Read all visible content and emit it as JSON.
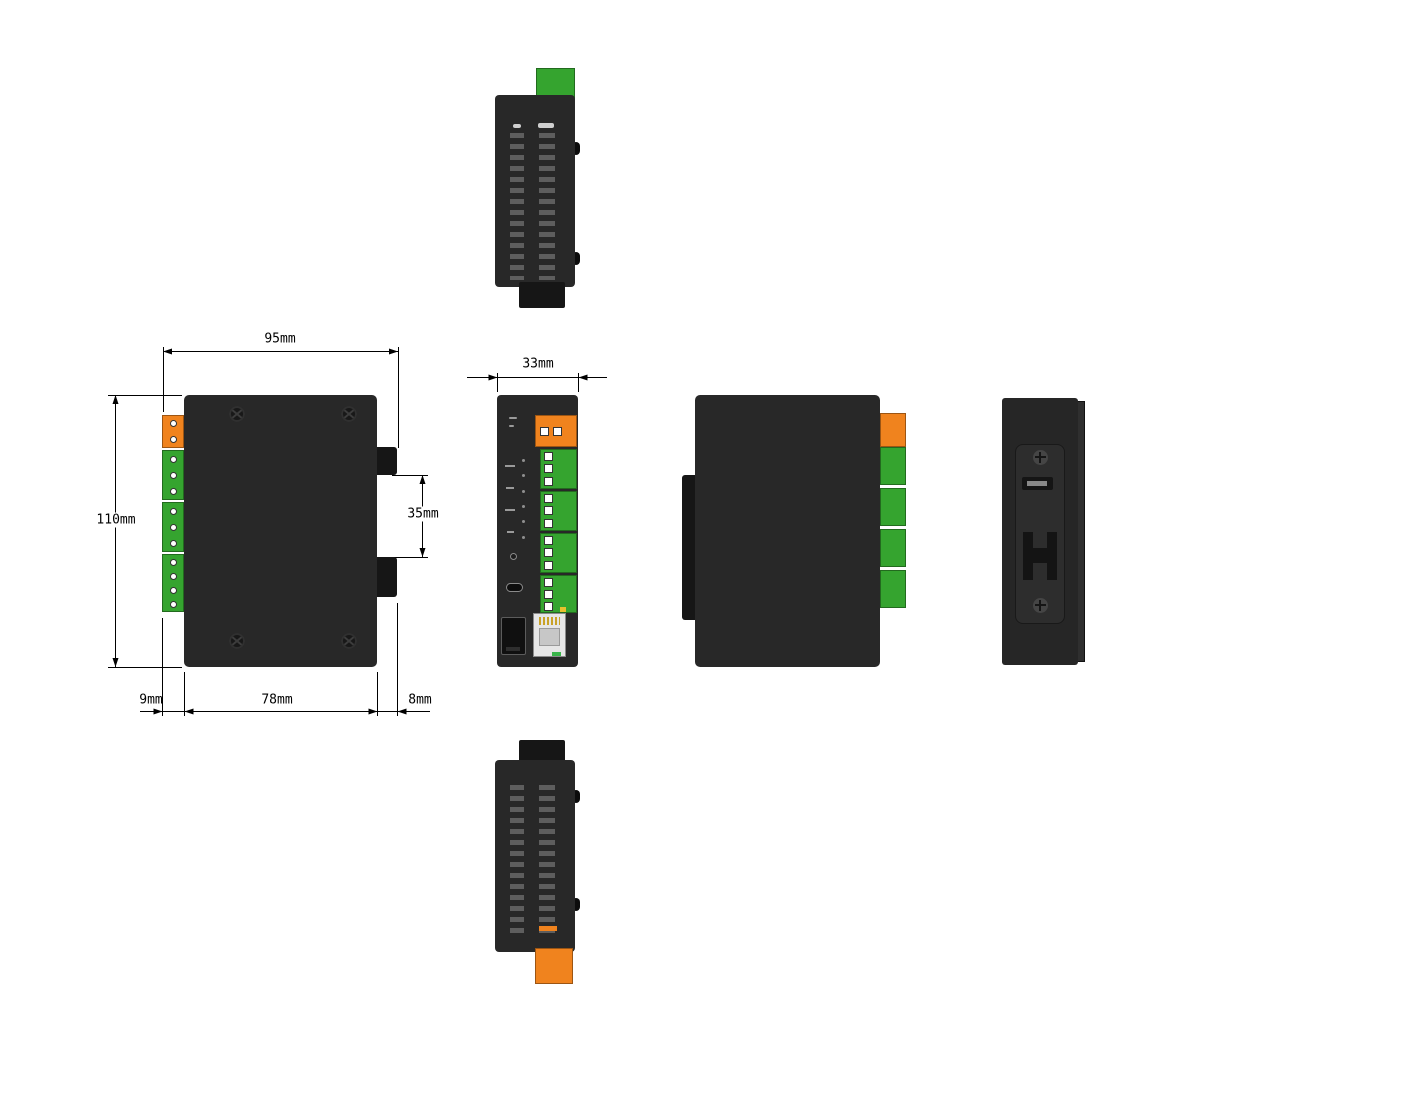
{
  "drawing": {
    "dimensions": {
      "total_width": "95mm",
      "total_height": "110mm",
      "rail_clip": "35mm",
      "left_offset": "9mm",
      "body_width": "78mm",
      "right_offset": "8mm",
      "depth": "33mm"
    }
  },
  "colors": {
    "body": "#282828",
    "body-dark": "#161616",
    "vent": "#5e5e5e",
    "green": "#35a42f",
    "orange": "#f0831e",
    "line": "#000000",
    "led-yellow": "#e8c12d",
    "led-green": "#39b54a"
  }
}
